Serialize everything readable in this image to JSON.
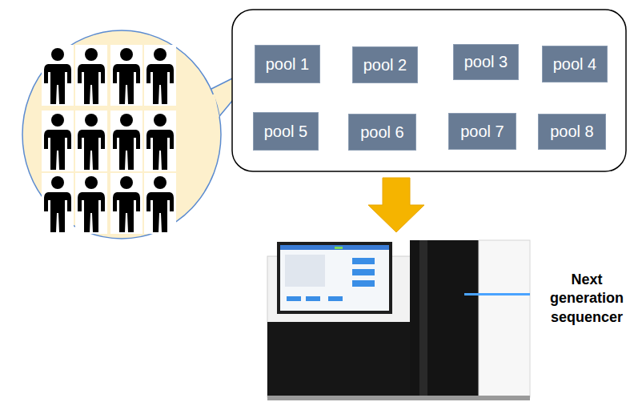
{
  "diagram": {
    "nodes": [
      {
        "text": [
          "pool 1"
        ]
      },
      {
        "text": [
          "pool 2"
        ]
      },
      {
        "text": [
          "pool 3"
        ]
      },
      {
        "text": [
          "pool 4"
        ]
      },
      {
        "text": [
          "pool 5"
        ]
      },
      {
        "text": [
          "pool 6"
        ]
      },
      {
        "text": [
          "pool 7"
        ]
      },
      {
        "text": [
          "pool 8"
        ]
      }
    ],
    "labels": [
      "Next generation sequencer"
    ]
  }
}
